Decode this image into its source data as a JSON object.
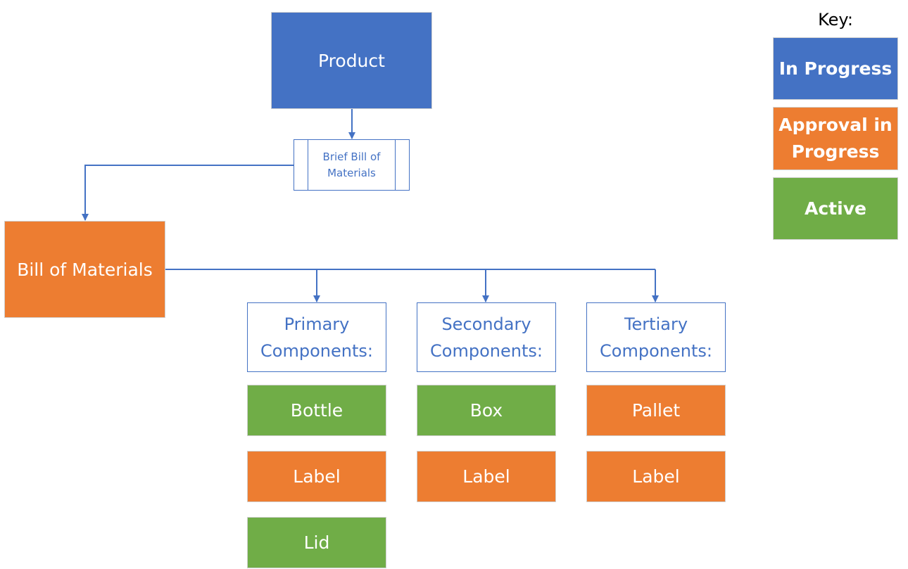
{
  "diagram": {
    "product": "Product",
    "brief_bom": "Brief Bill of Materials",
    "bom": "Bill of Materials",
    "columns": [
      {
        "header": "Primary Components:",
        "items": [
          {
            "label": "Bottle",
            "status": "active"
          },
          {
            "label": "Label",
            "status": "approval"
          },
          {
            "label": "Lid",
            "status": "active"
          }
        ]
      },
      {
        "header": "Secondary Components:",
        "items": [
          {
            "label": "Box",
            "status": "active"
          },
          {
            "label": "Label",
            "status": "approval"
          }
        ]
      },
      {
        "header": "Tertiary Components:",
        "items": [
          {
            "label": "Pallet",
            "status": "approval"
          },
          {
            "label": "Label",
            "status": "approval"
          }
        ]
      }
    ]
  },
  "key": {
    "title": "Key:",
    "items": [
      {
        "label": "In Progress",
        "status": "in_progress"
      },
      {
        "label": "Approval in Progress",
        "status": "approval"
      },
      {
        "label": "Active",
        "status": "active"
      }
    ]
  },
  "colors": {
    "in_progress": "#4472c4",
    "approval": "#ed7d31",
    "active": "#70ad47",
    "connector": "#4472c4"
  }
}
